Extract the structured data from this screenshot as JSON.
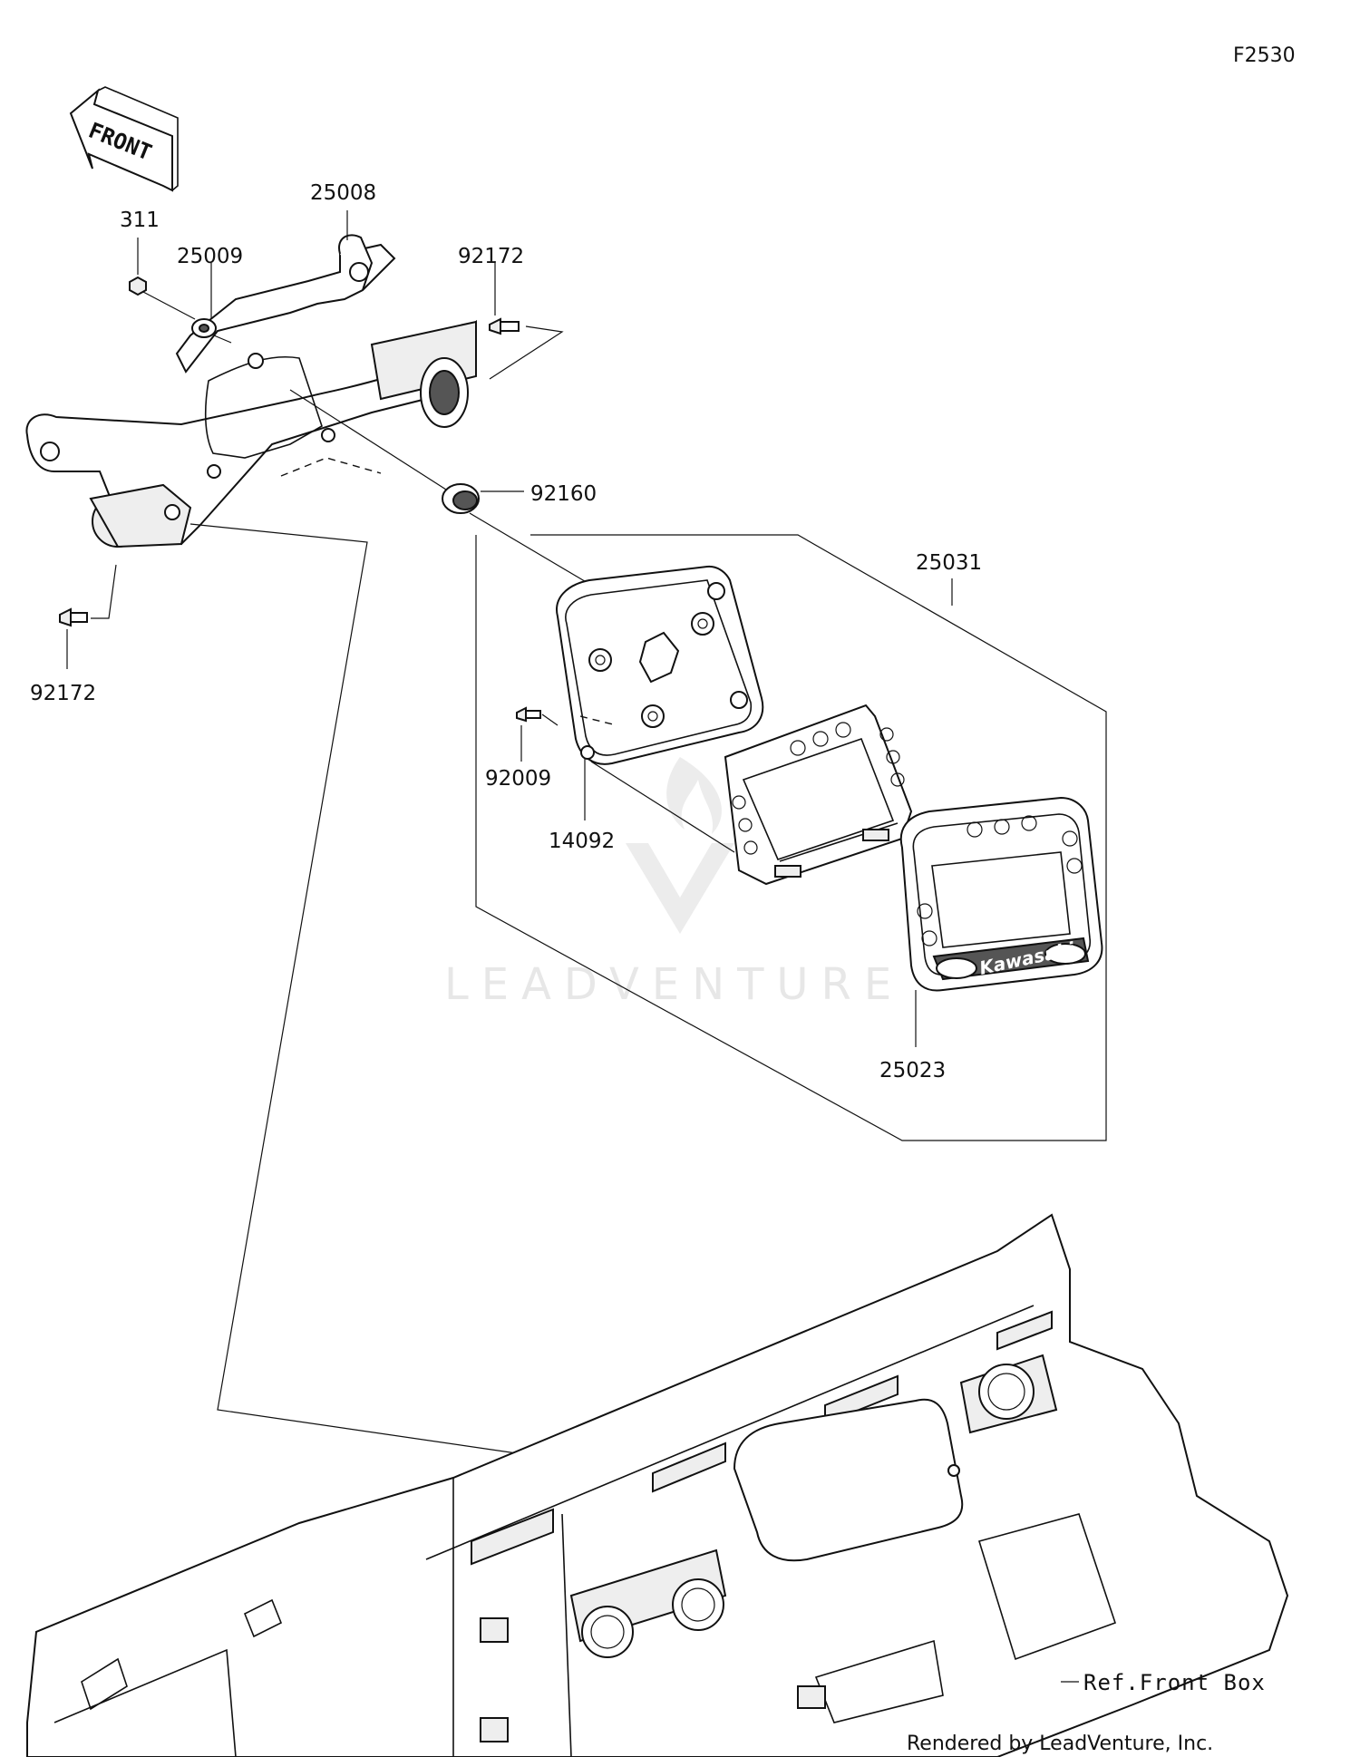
{
  "figure_id": "F2530",
  "orientation_label": "FRONT",
  "watermark": "LEADVENTURE",
  "brand_badge": "Kawasaki",
  "parts": [
    {
      "number": "311"
    },
    {
      "number": "25009"
    },
    {
      "number": "25008"
    },
    {
      "number": "92172"
    },
    {
      "number": "92160"
    },
    {
      "number": "92172"
    },
    {
      "number": "25031"
    },
    {
      "number": "92009"
    },
    {
      "number": "14092"
    },
    {
      "number": "25023"
    }
  ],
  "reference_label": "Ref.Front Box",
  "credit": "Rendered by LeadVenture, Inc."
}
